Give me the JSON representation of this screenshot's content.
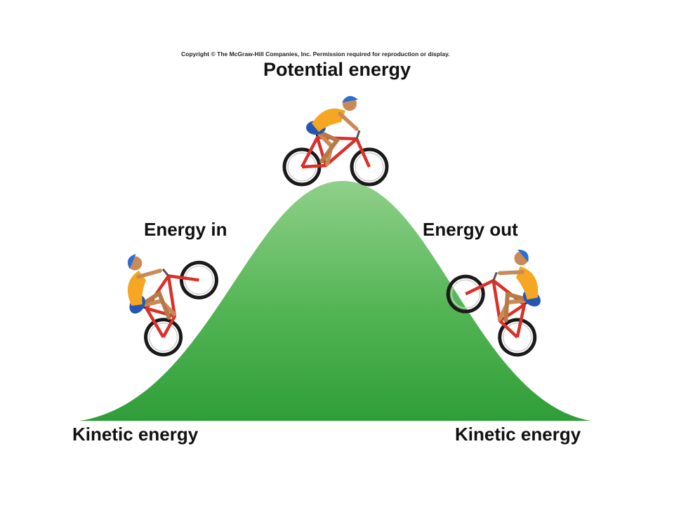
{
  "copyright": "Copyright © The McGraw-Hill Companies, Inc. Permission required for reproduction or display.",
  "labels": {
    "top": "Potential energy",
    "left_mid": "Energy in",
    "right_mid": "Energy out",
    "bottom_left": "Kinetic energy",
    "bottom_right": "Kinetic energy"
  },
  "colors": {
    "hill_top": "#8fd08a",
    "hill_bottom": "#2f9e38",
    "bike_frame": "#d9302a",
    "jersey": "#f5a623",
    "shorts": "#2456b3",
    "helmet": "#2a6fd1",
    "skin": "#c98a55"
  },
  "icons": [
    "hill-shape",
    "cyclist-icon"
  ]
}
